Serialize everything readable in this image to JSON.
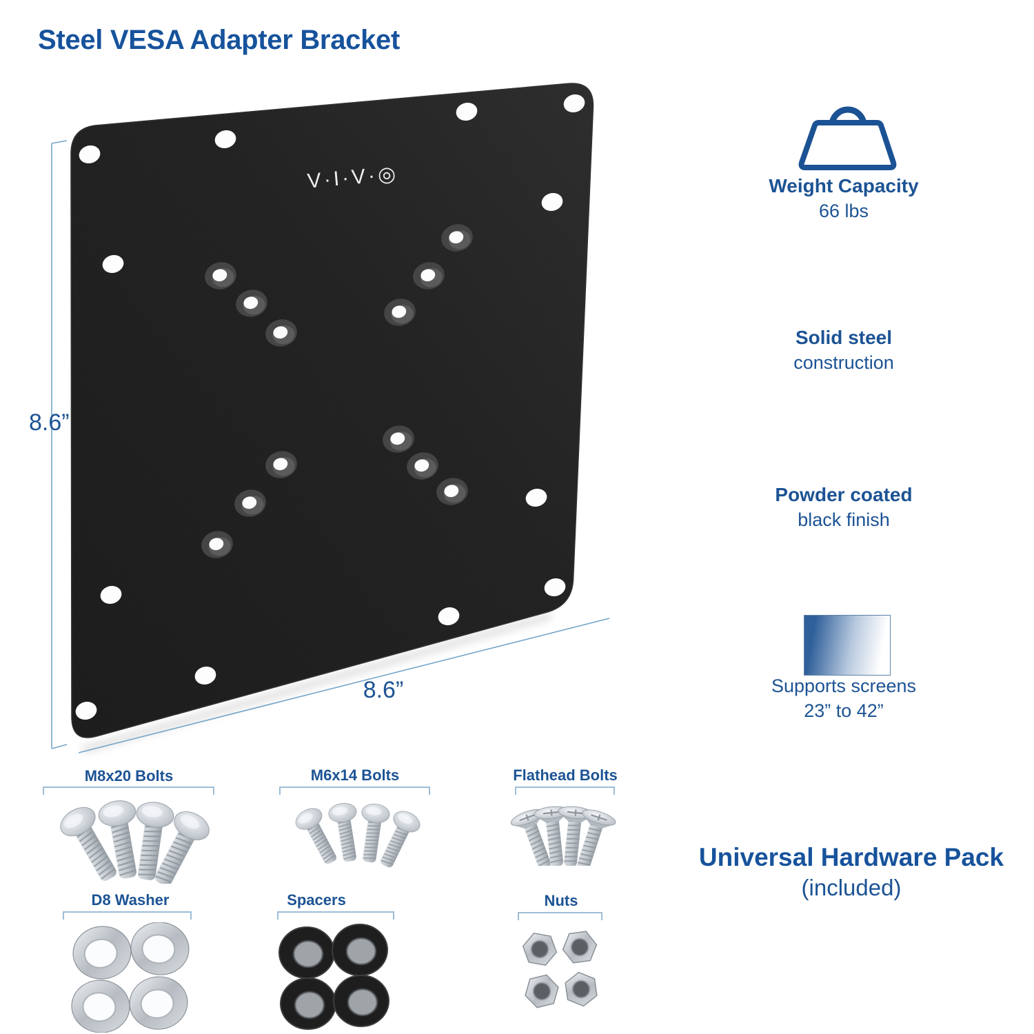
{
  "title": "Steel VESA Adapter Bracket",
  "plate": {
    "logo": "V·I·V·◎",
    "height_label": "8.6”",
    "width_label": "8.6”"
  },
  "features": {
    "weight": {
      "label": "Weight Capacity",
      "value": "66 lbs"
    },
    "steel": {
      "bold": "Solid steel",
      "normal": "construction"
    },
    "finish": {
      "bold": "Powder coated",
      "normal": "black finish"
    },
    "screens": {
      "line1": "Supports screens",
      "line2": "23” to 42”"
    }
  },
  "hardware": {
    "items": [
      {
        "label": "M8x20 Bolts"
      },
      {
        "label": "M6x14 Bolts"
      },
      {
        "label": "Flathead Bolts"
      },
      {
        "label": "D8 Washer"
      },
      {
        "label": "Spacers"
      },
      {
        "label": "Nuts"
      }
    ],
    "pack_title": "Universal Hardware Pack",
    "pack_subtitle": "(included)"
  },
  "colors": {
    "accent": "#1c5394",
    "dimension_line": "#74a5c9",
    "plate": "#191919"
  }
}
